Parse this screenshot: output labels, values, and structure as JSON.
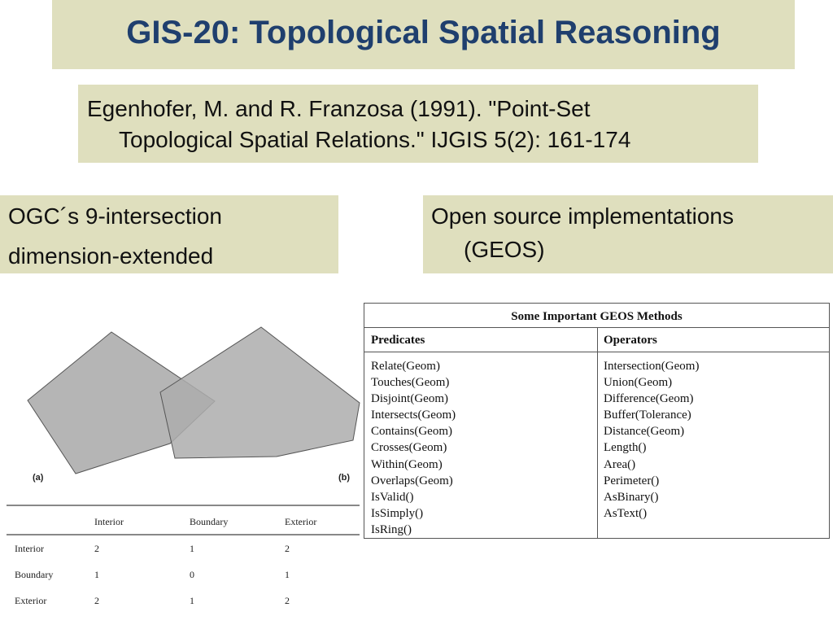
{
  "slide": {
    "title": "GIS-20: Topological Spatial Reasoning",
    "reference": {
      "line1": "Egenhofer, M. and R. Franzosa (1991). \"Point-Set",
      "line2": "Topological Spatial Relations.\" IJGIS 5(2): 161-174"
    },
    "left_bullet": {
      "line1": "OGC´s 9-intersection",
      "line2": "dimension-extended"
    },
    "right_bullet": {
      "line1": "Open source implementations",
      "line2": "(GEOS)"
    },
    "colors": {
      "box_bg": "#dfdfbe",
      "title_color": "#1f3f6e",
      "polygon_fill": "#adadad"
    }
  },
  "figure": {
    "label_a": "(a)",
    "label_b": "(b)"
  },
  "matrix": {
    "columns": [
      "Interior",
      "Boundary",
      "Exterior"
    ],
    "rows": [
      {
        "label": "Interior",
        "values": [
          "2",
          "1",
          "2"
        ]
      },
      {
        "label": "Boundary",
        "values": [
          "1",
          "0",
          "1"
        ]
      },
      {
        "label": "Exterior",
        "values": [
          "2",
          "1",
          "2"
        ]
      }
    ]
  },
  "geos_table": {
    "caption": "Some Important GEOS Methods",
    "predicates_header": "Predicates",
    "operators_header": "Operators",
    "predicates": [
      "Relate(Geom)",
      "Touches(Geom)",
      "Disjoint(Geom)",
      "Intersects(Geom)",
      "Contains(Geom)",
      "Crosses(Geom)",
      "Within(Geom)",
      "Overlaps(Geom)",
      "IsValid()",
      "IsSimply()",
      "IsRing()"
    ],
    "operators": [
      "Intersection(Geom)",
      "Union(Geom)",
      "Difference(Geom)",
      "Buffer(Tolerance)",
      "Distance(Geom)",
      "Length()",
      "Area()",
      "Perimeter()",
      "AsBinary()",
      "AsText()"
    ]
  }
}
